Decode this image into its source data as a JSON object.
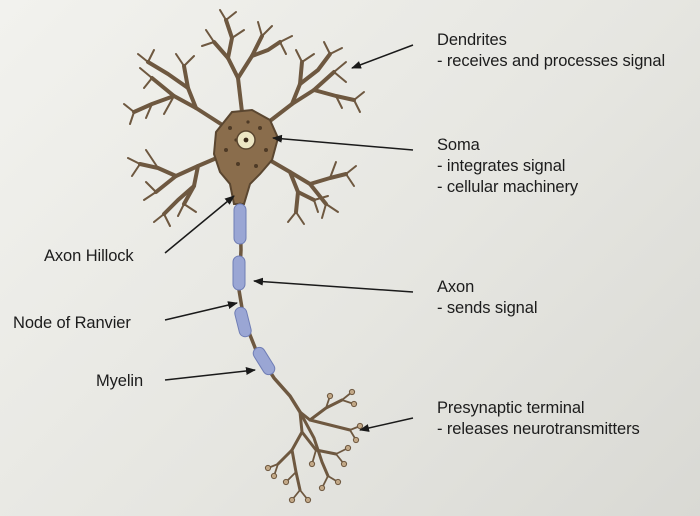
{
  "labels": {
    "dendrites": {
      "title": "Dendrites",
      "lines": [
        "- receives and processes signal"
      ]
    },
    "soma": {
      "title": "Soma",
      "lines": [
        "- integrates signal",
        "- cellular machinery"
      ]
    },
    "axon": {
      "title": "Axon",
      "lines": [
        "- sends signal"
      ]
    },
    "presynaptic": {
      "title": "Presynaptic terminal",
      "lines": [
        "- releases neurotransmitters"
      ]
    },
    "axon_hillock": "Axon Hillock",
    "node_of_ranvier": "Node of Ranvier",
    "myelin": "Myelin"
  },
  "colors": {
    "cell_fill": "#c2a887",
    "cell_edge": "#6e5840",
    "soma_fill": "#8a6d4c",
    "nucleus": "#ece6c4",
    "myelin": "#9aa6d4",
    "arrow": "#1a1a1a"
  }
}
